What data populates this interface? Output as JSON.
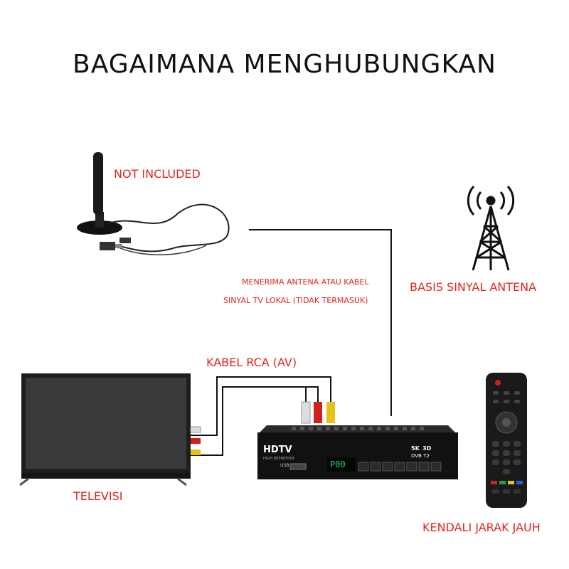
{
  "title": "BAGAIMANA MENGHUBUNGKAN",
  "labels": {
    "not_included": "NOT INCLUDED",
    "receive_line1": "MENERIMA ANTENA ATAU KABEL",
    "receive_line2": "SINYAL TV LOKAL (TIDAK TERMASUK)",
    "basis_sinyal": "BASIS SINYAL ANTENA",
    "kabel_rca": "KABEL RCA (AV)",
    "televisi": "TELEVISI",
    "kendali": "KENDALI JARAK JAUH"
  },
  "device": {
    "brand": "HDTV",
    "brand_sub": "HIGH DEFINITION",
    "usb": "USB",
    "display": "P00",
    "badge_res": "5K",
    "badge_3d": "3D",
    "badge_dvb": "DVB T2"
  },
  "colors": {
    "accent": "#e0261f",
    "line": "#111111",
    "rca_white": "#dddddd",
    "rca_red": "#d0211c",
    "rca_yellow": "#e8c21a",
    "display_green": "#27d35a"
  }
}
